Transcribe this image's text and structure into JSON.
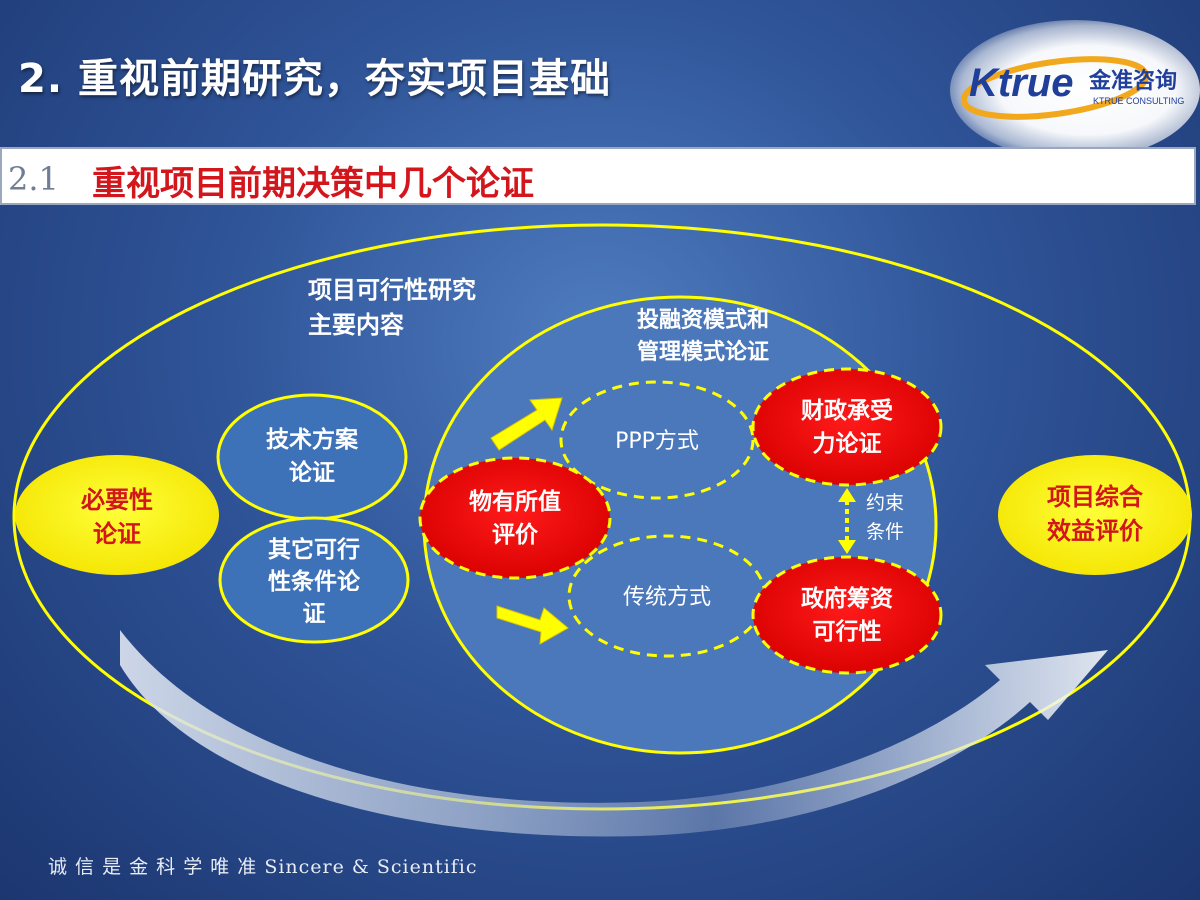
{
  "header": {
    "title": "2. 重视前期研究，夯实项目基础",
    "subtitle_number": "2.1",
    "subtitle_text": "重视项目前期决策中几个论证"
  },
  "logo": {
    "brand": "Ktrue",
    "brand_cn": "金准咨询",
    "brand_en": "KTRUE CONSULTING"
  },
  "diagram": {
    "outer_label_line1": "项目可行性研究",
    "outer_label_line2": "主要内容",
    "inner_label_line1": "投融资模式和",
    "inner_label_line2": "管理模式论证",
    "left_node_line1": "必要性",
    "left_node_line2": "论证",
    "tech_line1": "技术方案",
    "tech_line2": "论证",
    "other_line1": "其它可行",
    "other_line2": "性条件论",
    "other_line3": "证",
    "vfm_line1": "物有所值",
    "vfm_line2": "评价",
    "ppp": "PPP方式",
    "traditional": "传统方式",
    "fiscal_line1": "财政承受",
    "fiscal_line2": "力论证",
    "gov_line1": "政府筹资",
    "gov_line2": "可行性",
    "constraint_line1": "约束",
    "constraint_line2": "条件",
    "right_node_line1": "项目综合",
    "right_node_line2": "效益评价"
  },
  "footer": {
    "slogan": "诚 信 是 金  科 学 唯 准   Sincere & Scientific"
  },
  "colors": {
    "yellow": "#ffff00",
    "red": "#ee0000",
    "node_blue": "#3e72b8",
    "subtitle_red": "#d2161c"
  }
}
